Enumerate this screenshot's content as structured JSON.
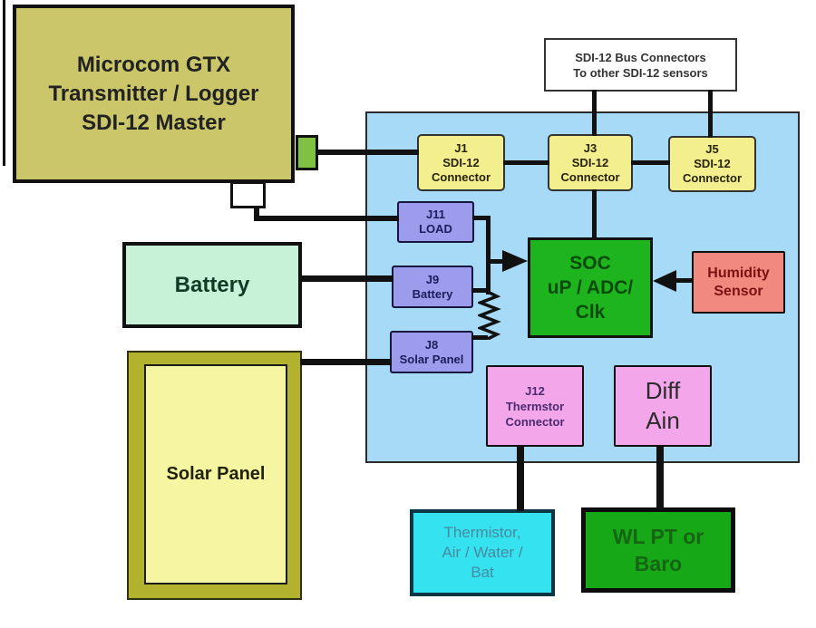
{
  "colors": {
    "canvas": "#ffffff",
    "transmitter": "#cbc669",
    "connector_green": "#7fc243",
    "panel_blue": "#a7daf6",
    "sdi_yellow": "#f3ef8e",
    "jbox_purple": "#9d9cec",
    "soc_green": "#1eb41e",
    "humidity_salmon": "#f1897f",
    "battery_mint": "#c8f2d8",
    "solar_outer": "#b2b22e",
    "solar_inner": "#f6f6a2",
    "pink": "#f3a6e9",
    "thermistor_cyan": "#34e2f0",
    "wl_green": "#16a816",
    "line": "#111111"
  },
  "nodes": {
    "transmitter": {
      "lines": [
        "Microcom GTX",
        "Transmitter / Logger",
        "SDI-12 Master"
      ]
    },
    "bus_note": {
      "lines": [
        "SDI-12 Bus Connectors",
        "To other SDI-12 sensors"
      ]
    },
    "j1": {
      "lines": [
        "J1",
        "SDI-12",
        "Connector"
      ]
    },
    "j3": {
      "lines": [
        "J3",
        "SDI-12",
        "Connector"
      ]
    },
    "j5": {
      "lines": [
        "J5",
        "SDI-12",
        "Connector"
      ]
    },
    "j11": {
      "lines": [
        "J11",
        "LOAD"
      ]
    },
    "j9": {
      "lines": [
        "J9",
        "Battery"
      ]
    },
    "j8": {
      "lines": [
        "J8",
        "Solar Panel"
      ]
    },
    "soc": {
      "lines": [
        "SOC",
        "uP / ADC/",
        "Clk"
      ]
    },
    "humidity": {
      "lines": [
        "Humidity",
        "Sensor"
      ]
    },
    "battery": {
      "label": "Battery"
    },
    "solar_panel": {
      "label": "Solar Panel"
    },
    "j12": {
      "lines": [
        "J12",
        "Thermstor",
        "Connector"
      ]
    },
    "diff_ain": {
      "lines": [
        "Diff",
        "Ain"
      ]
    },
    "thermistor": {
      "lines": [
        "Thermistor,",
        "Air / Water /",
        "Bat"
      ]
    },
    "wl_pt_baro": {
      "lines": [
        "WL PT or",
        "Baro"
      ]
    }
  }
}
